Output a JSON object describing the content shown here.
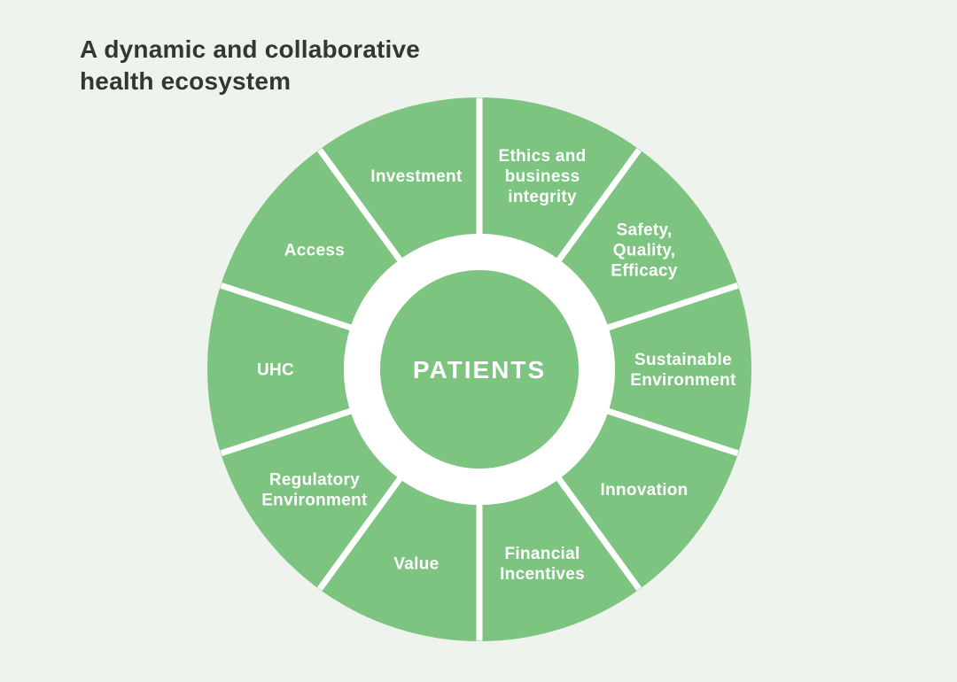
{
  "title": {
    "text": "A dynamic and collaborative health ecosystem",
    "lines": [
      "A dynamic and collaborative",
      "health ecosystem"
    ]
  },
  "wheel": {
    "center_label": "PATIENTS",
    "segments": [
      {
        "label": "Ethics and business integrity",
        "lines": [
          "Ethics and",
          "business",
          "integrity"
        ]
      },
      {
        "label": "Safety, Quality, Efficacy",
        "lines": [
          "Safety,",
          "Quality,",
          "Efficacy"
        ]
      },
      {
        "label": "Sustainable Environment",
        "lines": [
          "Sustainable",
          "Environment"
        ]
      },
      {
        "label": "Innovation",
        "lines": [
          "Innovation"
        ]
      },
      {
        "label": "Financial Incentives",
        "lines": [
          "Financial",
          "Incentives"
        ]
      },
      {
        "label": "Value",
        "lines": [
          "Value"
        ]
      },
      {
        "label": "Regulatory Environment",
        "lines": [
          "Regulatory",
          "Environment"
        ]
      },
      {
        "label": "UHC",
        "lines": [
          "UHC"
        ]
      },
      {
        "label": "Access",
        "lines": [
          "Access"
        ]
      },
      {
        "label": "Investment",
        "lines": [
          "Investment"
        ]
      }
    ]
  },
  "colors": {
    "background": "#eef4ed",
    "wheel_green": "#7cc480",
    "divider_white": "#ffffff",
    "segment_label_text": "#ffffff",
    "center_label_text": "#ffffff",
    "title_text": "#313831"
  }
}
